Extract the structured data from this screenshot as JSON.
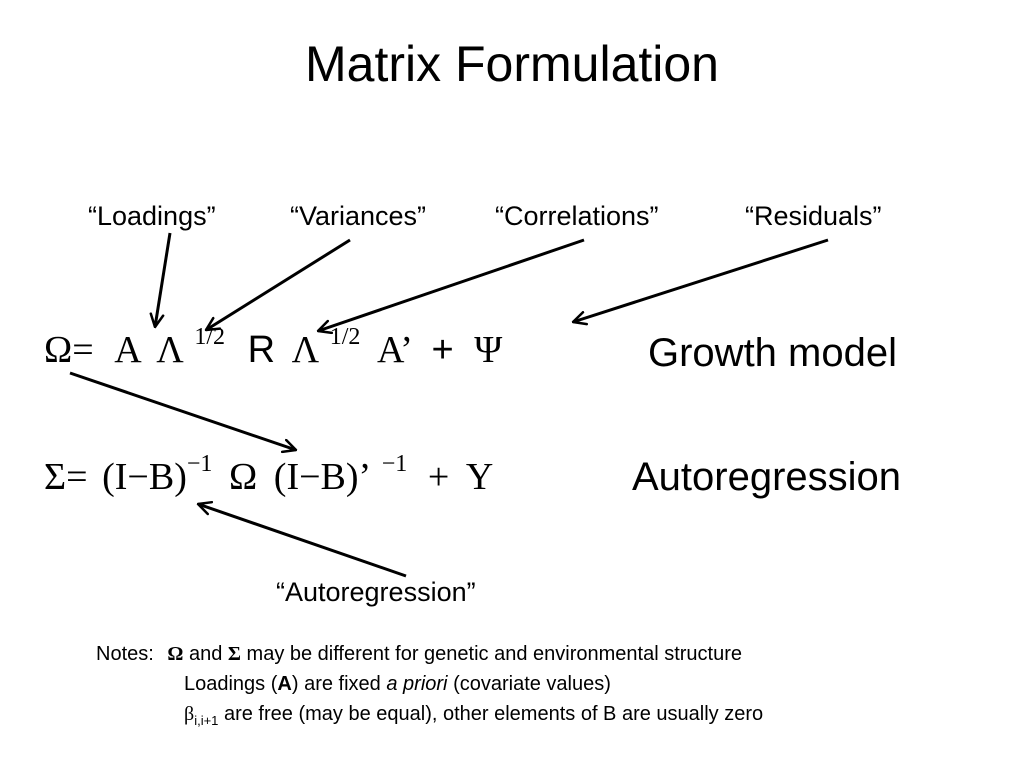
{
  "title": "Matrix Formulation",
  "term_labels": {
    "loadings": "“Loadings”",
    "variances": "“Variances”",
    "correlations": "“Correlations”",
    "residuals": "“Residuals”"
  },
  "growth_eq": {
    "omega": "Ω",
    "equals": "=",
    "A": "Α",
    "Lambda": "Λ",
    "half": "1/2",
    "R": "R",
    "Lambda2": "Λ",
    "half2": "1/2",
    "A_transpose": "Α’",
    "plus": "+",
    "Psi": "Ψ",
    "name": "Growth model"
  },
  "autoreg_eq": {
    "sigma": "Σ",
    "equals": "=",
    "inv_left": "(I−B)",
    "minus_one": "−1",
    "omega": "Ω",
    "inv_right": "(I−B)’",
    "minus_one_2": "−1",
    "plus": "+",
    "Y": "Υ",
    "name": "Autoregression"
  },
  "autoregression_label": "“Autoregression”",
  "notes": {
    "prefix": "Notes:",
    "line1": {
      "omega": "Ω",
      "and": "and",
      "sigma": "Σ",
      "rest": "may be different for genetic and environmental structure"
    },
    "line2": {
      "start": "Loadings (",
      "bold": "A",
      "mid": ") are fixed",
      "italic": "a priori",
      "end": "(covariate values)"
    },
    "line3": {
      "beta": "β",
      "subscript": "i,i+1",
      "rest": "are free (may be equal),  other elements of B are usually zero"
    }
  }
}
